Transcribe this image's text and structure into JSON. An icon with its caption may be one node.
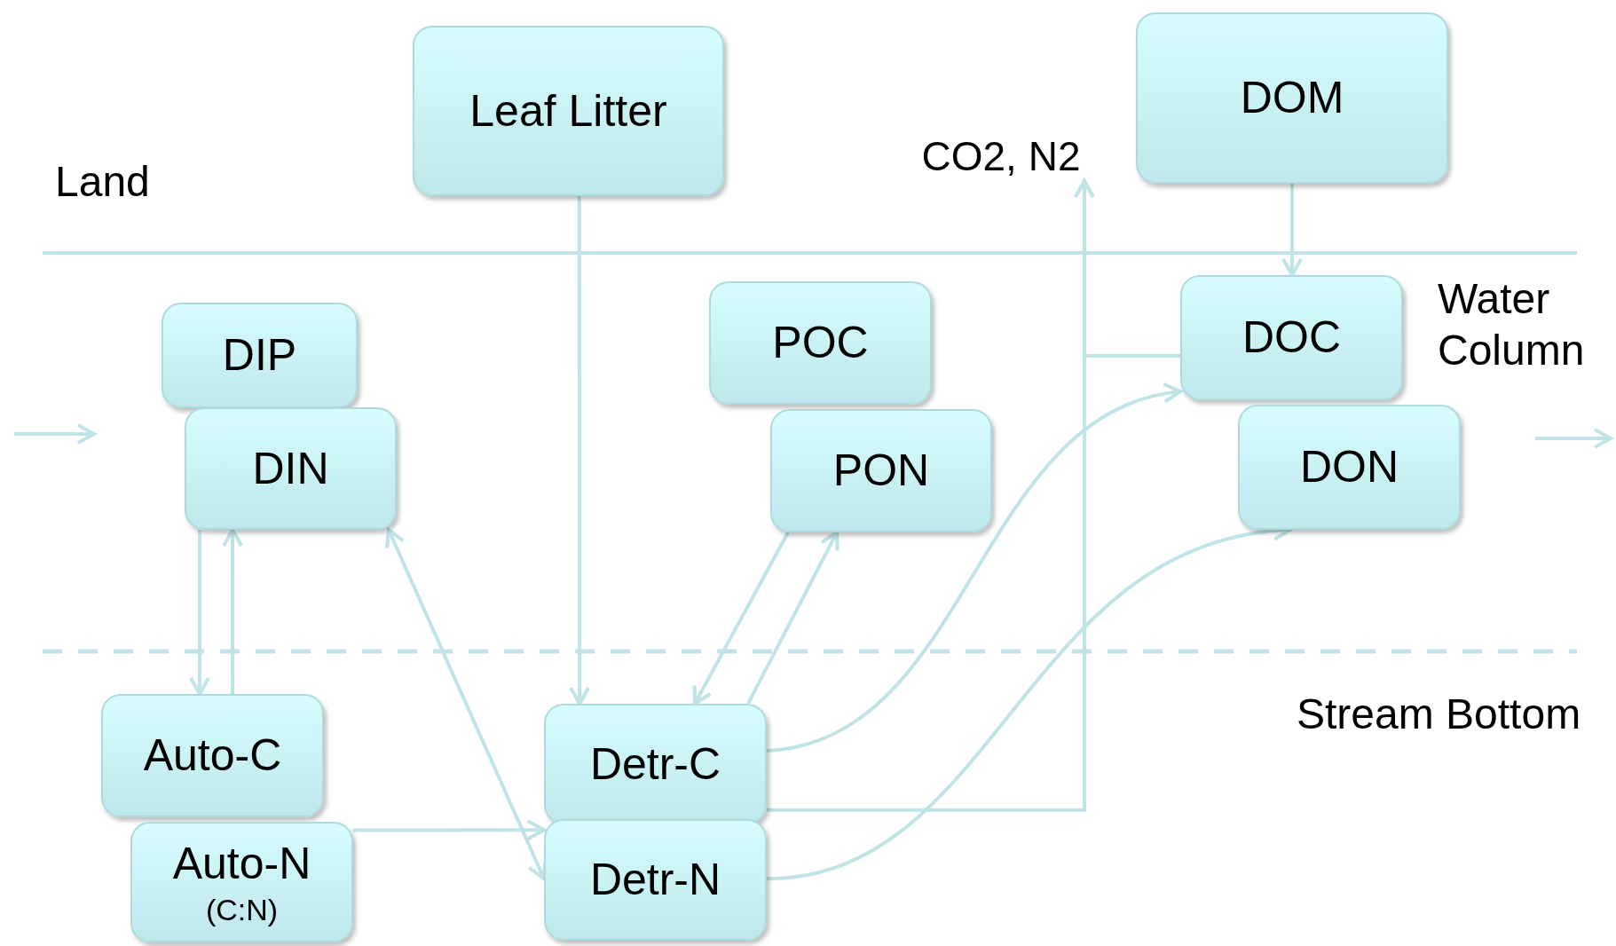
{
  "diagram": {
    "nodes": [
      {
        "text": [
          "Leaf Litter"
        ]
      },
      {
        "text": [
          "DOM"
        ]
      },
      {
        "text": [
          "CO2, N2"
        ]
      },
      {
        "text": [
          "DIP"
        ]
      },
      {
        "text": [
          "DIN"
        ]
      },
      {
        "text": [
          "POC"
        ]
      },
      {
        "text": [
          "PON"
        ]
      },
      {
        "text": [
          "DOC"
        ]
      },
      {
        "text": [
          "DON"
        ]
      },
      {
        "text": [
          "Auto-C"
        ]
      },
      {
        "text": [
          "Auto-N",
          "(C:N)"
        ]
      },
      {
        "text": [
          "Detr-C"
        ]
      },
      {
        "text": [
          "Detr-N"
        ]
      }
    ],
    "edges": [
      {
        "from": 0,
        "to": 11,
        "arrow": "to"
      },
      {
        "from": 1,
        "to": 7,
        "arrow": "to"
      },
      {
        "from": 4,
        "to": 9,
        "arrow": "to"
      },
      {
        "from": 9,
        "to": 4,
        "arrow": "to"
      },
      {
        "from": 4,
        "to": 12,
        "arrow": "both"
      },
      {
        "from": 10,
        "to": 12,
        "arrow": "to"
      },
      {
        "from": 11,
        "to": 6,
        "arrow": "to"
      },
      {
        "from": 6,
        "to": 11,
        "arrow": "to"
      },
      {
        "from": 11,
        "to": 7,
        "arrow": "to"
      },
      {
        "from": 12,
        "to": 8,
        "arrow": "to"
      },
      {
        "from": 11,
        "to": 2,
        "arrow": "to"
      },
      {
        "from": 7,
        "to": 2,
        "arrow": "to"
      }
    ],
    "labels": [
      "Land",
      "Water Column",
      "Stream Bottom"
    ]
  }
}
